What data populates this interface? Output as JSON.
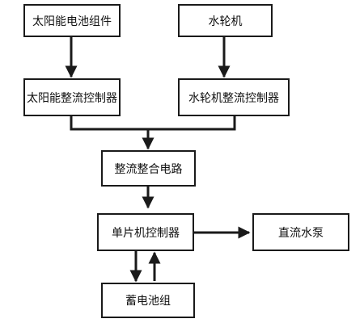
{
  "diagram": {
    "nodes": {
      "solar_module": "太阳能电池组件",
      "water_turbine": "水轮机",
      "solar_rectifier_controller": "太阳能整流控制器",
      "turbine_rectifier_controller": "水轮机整流控制器",
      "rectifier_integration_circuit": "整流整合电路",
      "mcu_controller": "单片机控制器",
      "dc_pump": "直流水泵",
      "battery_pack": "蓄电池组"
    },
    "edges": [
      {
        "from": "solar_module",
        "to": "solar_rectifier_controller"
      },
      {
        "from": "water_turbine",
        "to": "turbine_rectifier_controller"
      },
      {
        "from": "solar_rectifier_controller",
        "to": "rectifier_integration_circuit"
      },
      {
        "from": "turbine_rectifier_controller",
        "to": "rectifier_integration_circuit"
      },
      {
        "from": "rectifier_integration_circuit",
        "to": "mcu_controller"
      },
      {
        "from": "mcu_controller",
        "to": "dc_pump"
      },
      {
        "from": "mcu_controller",
        "to": "battery_pack"
      },
      {
        "from": "battery_pack",
        "to": "mcu_controller"
      }
    ]
  }
}
